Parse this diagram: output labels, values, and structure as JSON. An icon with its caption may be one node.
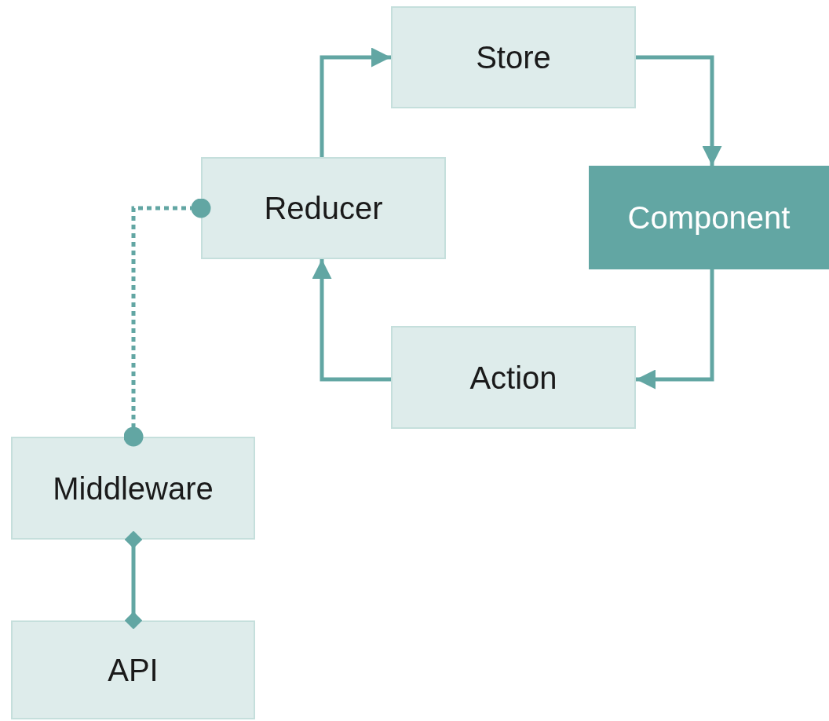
{
  "diagram": {
    "nodes": [
      {
        "text": [
          "Store"
        ]
      },
      {
        "text": [
          "Reducer"
        ]
      },
      {
        "text": [
          "Component"
        ]
      },
      {
        "text": [
          "Action"
        ]
      },
      {
        "text": [
          "Middleware"
        ]
      },
      {
        "text": [
          "API"
        ]
      }
    ],
    "edges": [
      {
        "from": 1,
        "to": 0,
        "arrow": "to"
      },
      {
        "from": 0,
        "to": 2,
        "arrow": "to"
      },
      {
        "from": 2,
        "to": 3,
        "arrow": "to"
      },
      {
        "from": 3,
        "to": 1,
        "arrow": "to"
      },
      {
        "from": 4,
        "to": 1,
        "arrow": "other",
        "style": "dashed"
      },
      {
        "from": 4,
        "to": 5,
        "arrow": "other"
      }
    ]
  }
}
